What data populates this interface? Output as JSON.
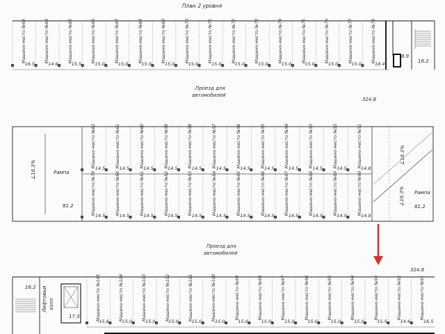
{
  "title": "План 2 уровня",
  "driveway_label": [
    "Проезд для",
    "автомобилей"
  ],
  "total_area": "324.8",
  "ramp_label": "Рампа",
  "ramp_slope": "∠16.3%",
  "ramp_area": "81.2",
  "lift_hall_label": [
    "Лифтовый",
    "холл"
  ],
  "lift_area": "17.3",
  "stair_top_area": "16.2",
  "stair_bottom_area": "16.2",
  "small_room_area": "8.9",
  "slot_prefix": "Машино-место",
  "row1": [
    {
      "n": "№63",
      "a": "16.5"
    },
    {
      "n": "№64",
      "a": "14.6"
    },
    {
      "n": "№65",
      "a": "15.5"
    },
    {
      "n": "№66",
      "a": "15.0"
    },
    {
      "n": "№67",
      "a": "15.0"
    },
    {
      "n": "№68",
      "a": "15.0"
    },
    {
      "n": "№69",
      "a": "15.0"
    },
    {
      "n": "№70",
      "a": "15.0"
    },
    {
      "n": "№71",
      "a": "15.0"
    },
    {
      "n": "№72",
      "a": "15.0"
    },
    {
      "n": "№73",
      "a": "15.0"
    },
    {
      "n": "№74",
      "a": "15.0"
    },
    {
      "n": "№75",
      "a": "15.0"
    },
    {
      "n": "№76",
      "a": "15.0"
    },
    {
      "n": "№77",
      "a": "15.0"
    },
    {
      "n": "№78",
      "a": "18.4"
    }
  ],
  "row2": [
    {
      "n": "№62",
      "a": "14.5"
    },
    {
      "n": "№61",
      "a": "14.5"
    },
    {
      "n": "№60",
      "a": "14.5"
    },
    {
      "n": "№59",
      "a": "14.5"
    },
    {
      "n": "№58",
      "a": "14.5"
    },
    {
      "n": "№57",
      "a": "14.5"
    },
    {
      "n": "№56",
      "a": "14.5"
    },
    {
      "n": "№55",
      "a": "14.5"
    },
    {
      "n": "№54",
      "a": "14.5"
    },
    {
      "n": "№53",
      "a": "14.5"
    },
    {
      "n": "№52",
      "a": "14.5"
    },
    {
      "n": "№51",
      "a": "14.8"
    }
  ],
  "row3": [
    {
      "n": "№79",
      "a": "14.5"
    },
    {
      "n": "№80",
      "a": "14.5"
    },
    {
      "n": "№81",
      "a": "14.5"
    },
    {
      "n": "№82",
      "a": "14.5"
    },
    {
      "n": "№83",
      "a": "14.5"
    },
    {
      "n": "№84",
      "a": "14.5"
    },
    {
      "n": "№85",
      "a": "14.5"
    },
    {
      "n": "№86",
      "a": "14.5"
    },
    {
      "n": "№87",
      "a": "14.5"
    },
    {
      "n": "№88",
      "a": "14.5"
    },
    {
      "n": "№89",
      "a": "14.5"
    },
    {
      "n": "№90",
      "a": "14.8"
    }
  ],
  "row4": [
    {
      "n": "№105",
      "a": "15.6"
    },
    {
      "n": "№104",
      "a": "15.0"
    },
    {
      "n": "№103",
      "a": "15.0"
    },
    {
      "n": "№102",
      "a": "15.0"
    },
    {
      "n": "№101",
      "a": "15.0"
    },
    {
      "n": "№100",
      "a": "15.0"
    },
    {
      "n": "№99",
      "a": "15.0"
    },
    {
      "n": "№98",
      "a": "15.0"
    },
    {
      "n": "№97",
      "a": "15.0"
    },
    {
      "n": "№96",
      "a": "15.0"
    },
    {
      "n": "№95",
      "a": "15.0"
    },
    {
      "n": "№94",
      "a": "15.0"
    },
    {
      "n": "№93",
      "a": "15.5"
    },
    {
      "n": "№92",
      "a": "14.6"
    },
    {
      "n": "№91",
      "a": "16.5"
    }
  ],
  "colors": {
    "line": "#3a3a3a",
    "grid": "#9a9a9a",
    "arrow": "#d32f2f",
    "column": "#4a4a4a"
  }
}
